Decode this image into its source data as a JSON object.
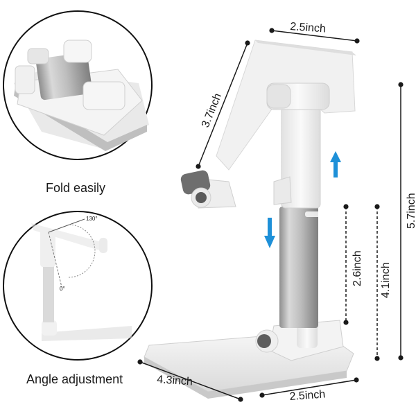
{
  "captions": {
    "fold": "Fold easily",
    "angle": "Angle adjustment"
  },
  "dimensions": {
    "width_top": "2.5inch",
    "phone_holder_length": "3.7inch",
    "total_height": "5.7inch",
    "mid_height": "4.1inch",
    "rod_height": "2.6inch",
    "base_length": "4.3inch",
    "base_width": "2.5inch"
  },
  "angle_labels": {
    "max": "130°",
    "min": "0°"
  },
  "colors": {
    "arrow_blue": "#1e90d8",
    "stand_white": "#f3f3f3",
    "stand_shadow": "#d4d4d4",
    "metal_silver": "#b9b9b9",
    "circle_outline": "#111111",
    "dim_line": "#1a1a1a"
  }
}
